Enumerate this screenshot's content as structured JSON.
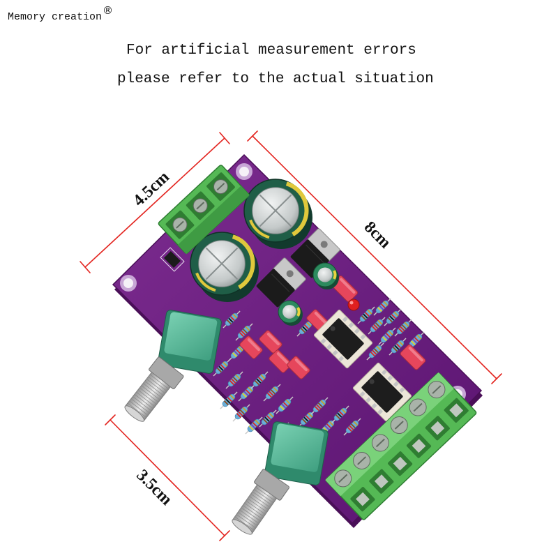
{
  "header": {
    "brand": "Memory creation",
    "brand_mark": "®"
  },
  "notice": {
    "line1": "For artificial measurement errors",
    "line2": "please refer to the actual situation"
  },
  "dimensions": {
    "board_width": "4.5cm",
    "board_length": "8cm",
    "knob_spacing": "3.5cm"
  },
  "colors": {
    "background": "#ffffff",
    "pcb": "#6b1d7c",
    "pcb_dark": "#4a0f58",
    "dimension_line": "#e3241f",
    "terminal_block": "#55b955",
    "potentiometer": "#3f9f80",
    "film_capacitor": "#e6465c",
    "electrolytic_capacitor": "#1f5e47",
    "resistor": "#6aaed8",
    "ic": "#1d1d1d"
  }
}
